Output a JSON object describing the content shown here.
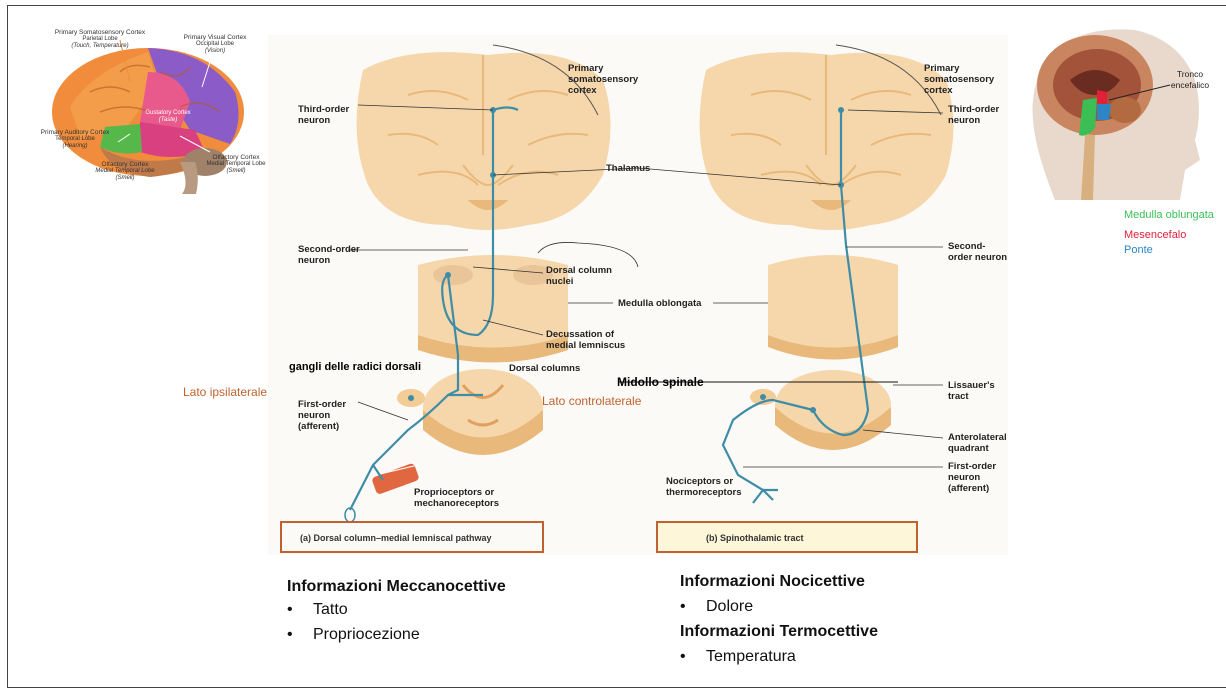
{
  "colors": {
    "pathway": "#3e8da6",
    "tissue": "#f6d7ab",
    "tissue_dark": "#e8b97a",
    "orange": "#c0622f",
    "green": "#3bbf55",
    "red": "#e2203a",
    "blue": "#2d86c4"
  },
  "brain_inset": {
    "somatosensory": "Primary Somatosensory Cortex",
    "parietal": "Parietal Lobe",
    "touch": "(Touch, Temperature)",
    "visual": "Primary Visual Cortex",
    "occipital": "Occipital Lobe",
    "vision": "(Vision)",
    "gustatory": "Gustatory Cortex",
    "taste": "(Taste)",
    "auditory": "Primary Auditory Cortex",
    "temporal": "Temporal Lobe",
    "hearing": "(Hearing)",
    "olfactory_left": "Olfactory Cortex",
    "medial_temporal_left": "Medial Temporal Lobe",
    "smell_left": "(Smell)",
    "olfactory_right": "Olfactory Cortex",
    "medial_temporal_right": "Medial Temporal Lobe",
    "smell_right": "(Smell)"
  },
  "diagram": {
    "third_order": "Third-order neuron",
    "second_order_left": "Second-order neuron",
    "primary_cortex_left": "Primary somatosensory cortex",
    "primary_cortex_right": "Primary somatosensory cortex",
    "thalamus": "Thalamus",
    "dorsal_column_nuclei": "Dorsal column nuclei",
    "medulla": "Medulla oblongata",
    "decussation": "Decussation of medial lemniscus",
    "dorsal_columns": "Dorsal columns",
    "first_order_left": "First-order neuron (afferent)",
    "proprioceptors": "Proprioceptors or mechanoreceptors",
    "third_order_right": "Third-order neuron",
    "second_order_right": "Second-order neuron",
    "lissauer": "Lissauer's tract",
    "anterolateral": "Anterolateral quadrant",
    "first_order_right": "First-order neuron (afferent)",
    "nociceptors": "Nociceptors or thermoreceptors",
    "caption_a": "(a) Dorsal column–medial lemniscal pathway",
    "caption_b": "(b) Spinothalamic tract"
  },
  "annotations": {
    "gangli": "gangli delle radici dorsali",
    "ipsi": "Lato ipsilaterale",
    "contro": "Lato controlaterale",
    "midollo": "Midollo spinale"
  },
  "head_inset": {
    "tronco": "Tronco encefalico",
    "medulla": "Medulla oblungata",
    "mesencefalo": "Mesencefalo",
    "ponte": "Ponte"
  },
  "left_info": {
    "title": "Informazioni Meccanocettive",
    "items": [
      "Tatto",
      "Propriocezione"
    ]
  },
  "right_info": {
    "title1": "Informazioni Nocicettive",
    "item1": "Dolore",
    "title2": "Informazioni Termocettive",
    "item2": "Temperatura"
  },
  "bullet_char": "•"
}
